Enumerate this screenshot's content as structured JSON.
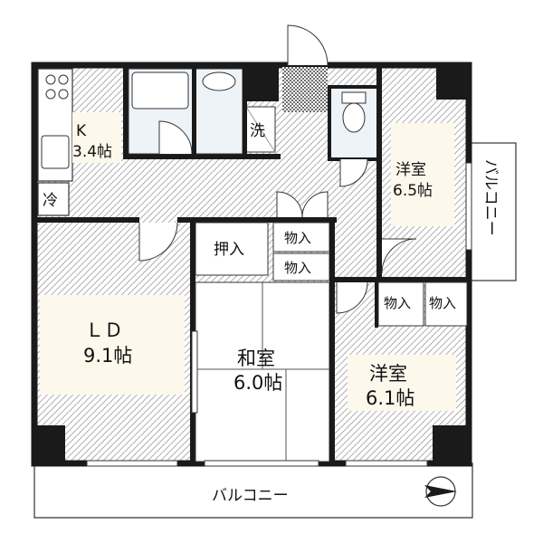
{
  "floor_plan": {
    "rooms": {
      "kitchen": {
        "name": "K",
        "size": "3.4帖"
      },
      "ld": {
        "name": "ＬＤ",
        "size": "9.1帖"
      },
      "washitsu": {
        "name": "和室",
        "size": "6.0帖"
      },
      "yoshitsu_upper": {
        "name": "洋室",
        "size": "6.5帖"
      },
      "yoshitsu_lower": {
        "name": "洋室",
        "size": "6.1帖"
      }
    },
    "labels": {
      "refrigerator": "冷",
      "washer": "洗",
      "oshiire": "押入",
      "storage_1": "物入",
      "storage_2": "物入",
      "storage_3": "物入",
      "storage_4": "物入"
    },
    "balcony_bottom": "バルコニー",
    "balcony_side": "バルコニー"
  },
  "colors": {
    "wall": "#1a1a1a",
    "hatch_line": "#9a9a9a",
    "room_fill": "#fdf8ec",
    "tatami": "#ffffff",
    "wet_area": "#eef3f8",
    "entry_tile": "#6f6f6f"
  }
}
